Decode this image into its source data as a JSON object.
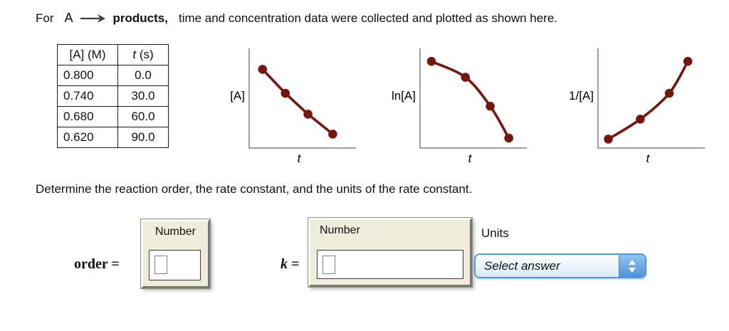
{
  "colors": {
    "curve": "#741711",
    "axis": "#7f7f7f",
    "box_bg": "#EFECDB",
    "dropdown_border": "#4F96D8",
    "spinner_light": "#93C5F1",
    "spinner_dark": "#4C93D7"
  },
  "header": {
    "prefix": "For",
    "reactant": "A",
    "arrow_icon": "right-arrow-icon",
    "product": "products,",
    "rest": "time and concentration data were collected and plotted as shown here."
  },
  "table": {
    "col1_header": "[A] (M)",
    "col2_header_italic": "t",
    "col2_header_rest": " (s)",
    "rows": [
      [
        "0.800",
        "0.0"
      ],
      [
        "0.740",
        "30.0"
      ],
      [
        "0.680",
        "60.0"
      ],
      [
        "0.620",
        "90.0"
      ]
    ]
  },
  "chart_data": [
    {
      "type": "line",
      "ylabel": "[A]",
      "xlabel": "t",
      "x": [
        0.0,
        30.0,
        60.0,
        90.0
      ],
      "values": [
        0.8,
        0.74,
        0.68,
        0.62
      ],
      "shape": "linear-decreasing",
      "axis_ticks": "none",
      "points_norm": [
        [
          0.13,
          0.79
        ],
        [
          0.35,
          0.55
        ],
        [
          0.57,
          0.34
        ],
        [
          0.81,
          0.14
        ]
      ]
    },
    {
      "type": "line",
      "ylabel": "ln[A]",
      "xlabel": "t",
      "x": [
        0.0,
        30.0,
        60.0,
        90.0
      ],
      "values": [
        -0.223,
        -0.301,
        -0.386,
        -0.478
      ],
      "shape": "concave-down-decreasing",
      "axis_ticks": "none",
      "points_norm": [
        [
          0.11,
          0.87
        ],
        [
          0.44,
          0.71
        ],
        [
          0.68,
          0.42
        ],
        [
          0.86,
          0.1
        ]
      ]
    },
    {
      "type": "line",
      "ylabel": "1/[A]",
      "xlabel": "t",
      "x": [
        0.0,
        30.0,
        60.0,
        90.0
      ],
      "values": [
        1.25,
        1.351,
        1.471,
        1.613
      ],
      "shape": "concave-up-increasing",
      "axis_ticks": "none",
      "points_norm": [
        [
          0.1,
          0.09
        ],
        [
          0.41,
          0.29
        ],
        [
          0.69,
          0.55
        ],
        [
          0.87,
          0.87
        ]
      ]
    }
  ],
  "prompt": "Determine the reaction order, the rate constant, and the units of the rate constant.",
  "answers": {
    "order_label_word": "order",
    "order_equals": " =",
    "k_label_var": "k",
    "k_equals": " =",
    "number_label": "Number",
    "order_value": "",
    "k_value": "",
    "units_label": "Units",
    "units_placeholder": "Select answer"
  }
}
